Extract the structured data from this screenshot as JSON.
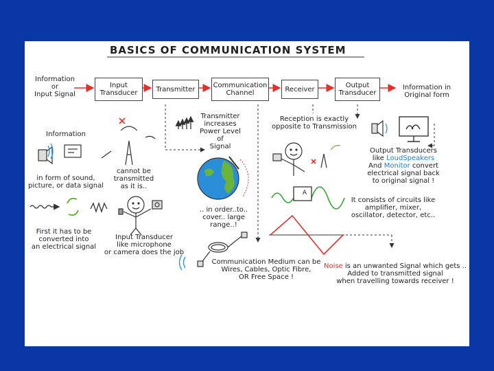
{
  "title": "BASICS OF COMMUNICATION SYSTEM",
  "flow": {
    "source": "Information\nor\nInput Signal",
    "boxes": [
      "Input\nTransducer",
      "Transmitter",
      "Communication\nChannel",
      "Receiver",
      "Output\nTransducer"
    ],
    "destination": "Information in\nOriginal form"
  },
  "notes": {
    "information_label": "Information",
    "information_forms": "in form of sound,\npicture, or data signal",
    "cannot_transmit": "cannot be transmitted\nas it is..",
    "transmitter_power": "Transmitter\nincreases\nPower Level\nof\nSignal",
    "range": ".. in order..to..\ncover.. large range..!",
    "reception": "Reception is exactly\nopposite to Transmission",
    "output_line1": "Output Transducers",
    "output_pre2": "like ",
    "output_hl2": "LoudSpeakers",
    "output_pre3": "And ",
    "output_hl3": "Monitor",
    "output_post3": " convert",
    "output_line4": "electrical signal back",
    "output_line5": "to original signal !",
    "circuits": "It consists of circuits like\namplifier, mixer,\noscillator, detector, etc..",
    "convert": "First it has to be\nconverted into\nan electrical signal",
    "input_transducer": "Input Transducer\nlike microphone\nor camera does the job",
    "medium": "Communication Medium can be\nWires, Cables, Optic Fibre,\nOR Free Space !",
    "noise_word": "Noise",
    "noise_rest1": " is an unwanted Signal which gets ..",
    "noise_line2": "Added to transmitted signal",
    "noise_line3": "when travelling towards receiver !",
    "amp_label": "A"
  },
  "colors": {
    "background": "#0a37a6",
    "arrow_red": "#e0322b",
    "wave_green": "#2fa32f",
    "highlight_blue": "#1a7fd1",
    "earth_blue": "#2a8fd8",
    "land_green": "#6cb33a"
  }
}
